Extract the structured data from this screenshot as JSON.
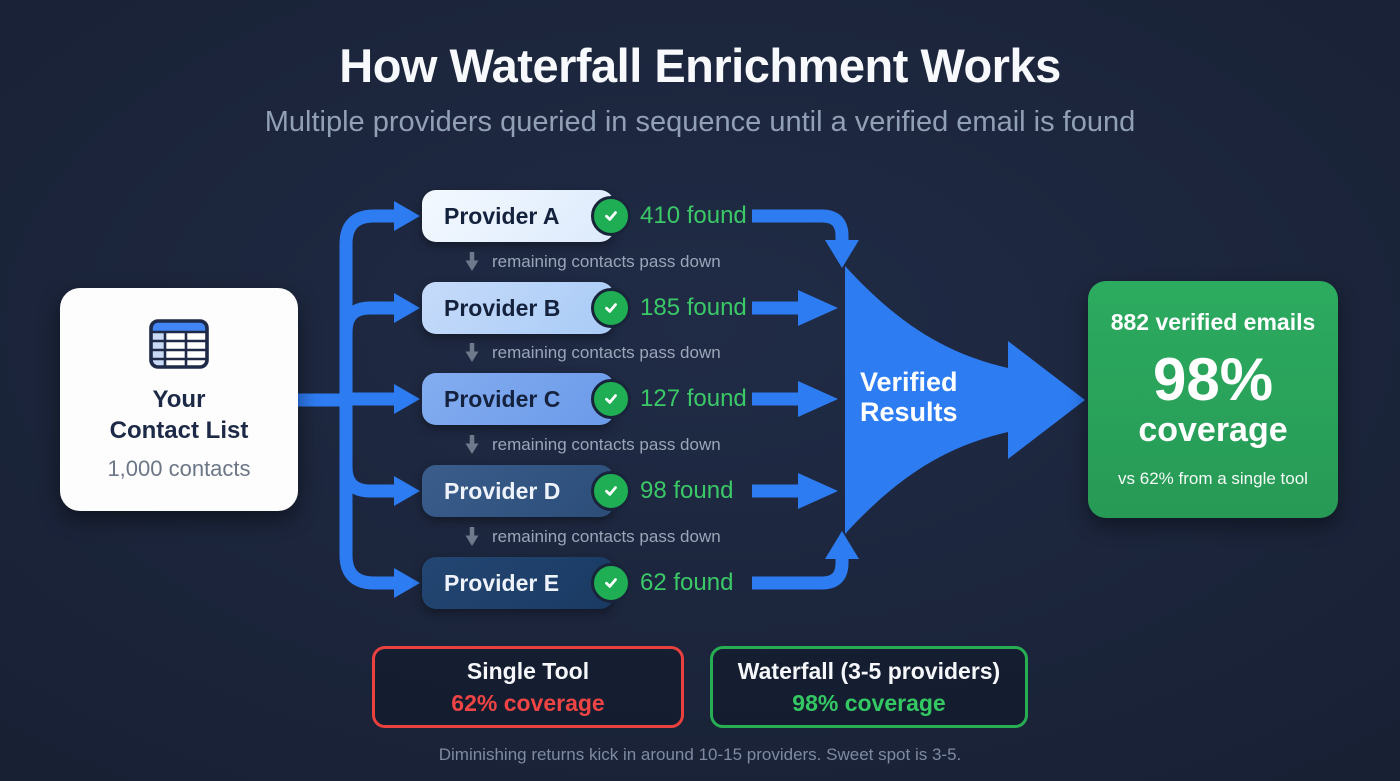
{
  "title": "How Waterfall Enrichment Works",
  "subtitle": "Multiple providers queried in sequence until a verified email is found",
  "contact_card": {
    "icon": "spreadsheet-icon",
    "title_line1": "Your",
    "title_line2": "Contact List",
    "subtitle": "1,000 contacts"
  },
  "providers": [
    {
      "name": "Provider A",
      "found": "410 found"
    },
    {
      "name": "Provider B",
      "found": "185 found"
    },
    {
      "name": "Provider C",
      "found": "127 found"
    },
    {
      "name": "Provider D",
      "found": "98 found"
    },
    {
      "name": "Provider E",
      "found": "62 found"
    }
  ],
  "pass_down_label": "remaining contacts pass down",
  "funnel": {
    "label_line1": "Verified",
    "label_line2": "Results"
  },
  "result_card": {
    "headline": "882 verified emails",
    "big_percent": "98%",
    "coverage_word": "coverage",
    "comparison": "vs 62% from a single tool"
  },
  "comparison": {
    "single_tool": {
      "title": "Single Tool",
      "value": "62% coverage"
    },
    "waterfall": {
      "title": "Waterfall (3-5 providers)",
      "value": "98% coverage"
    }
  },
  "footer": "Diminishing returns kick in around 10-15 providers. Sweet spot is 3-5.",
  "icons": {
    "contact_list": "spreadsheet-icon",
    "provider_success": "check-icon",
    "pass_down": "down-arrow-icon"
  },
  "colors": {
    "background": "#1a2338",
    "accent_blue": "#2e7cf2",
    "success_green": "#2aa55c",
    "found_green": "#3bc968",
    "error_red": "#ef4444"
  }
}
